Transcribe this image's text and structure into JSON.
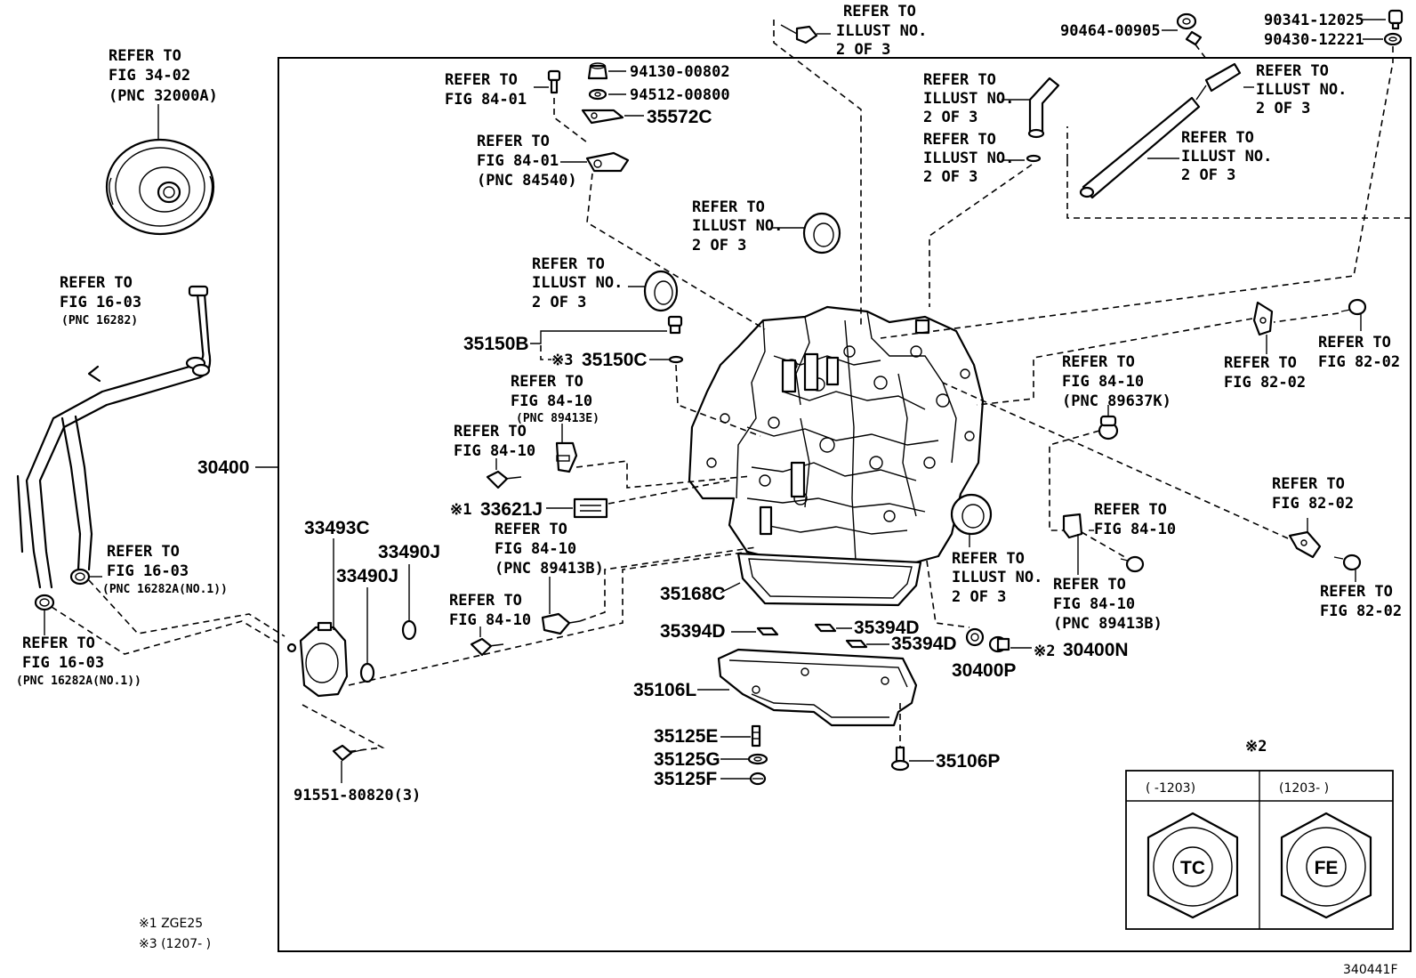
{
  "figure_code": "340441F",
  "main_assembly": "30400",
  "torque_converter": {
    "l1": "REFER TO",
    "l2": "FIG 34-02",
    "l3": "(PNC 32000A)"
  },
  "cooler_hose": {
    "l1": "REFER TO",
    "l2": "FIG 16-03",
    "l3": "(PNC 16282)"
  },
  "hose_clamp_a": {
    "l1": "REFER TO",
    "l2": "FIG 16-03",
    "l3": "(PNC 16282A(NO.1))"
  },
  "hose_clamp_b": {
    "l1": "REFER TO",
    "l2": "FIG 16-03",
    "l3": "(PNC 16282A(NO.1))"
  },
  "top_bolt_ref": {
    "l1": "REFER TO",
    "l2": "ILLUST NO.",
    "l3": "2 OF 3"
  },
  "bolt_84_01": {
    "l1": "REFER TO",
    "l2": "FIG 84-01"
  },
  "sensor_84_01": {
    "l1": "REFER TO",
    "l2": "FIG 84-01",
    "l3": "(PNC 84540)"
  },
  "parts": {
    "p94130": "94130-00802",
    "p94512": "94512-00800",
    "p35572C": "35572C",
    "p90464": "90464-00905",
    "p90341": "90341-12025",
    "p90430": "90430-12221",
    "p35150B": "35150B",
    "p35150C": "35150C",
    "p33621J": "33621J",
    "p33493C": "33493C",
    "p33490J_a": "33490J",
    "p33490J_b": "33490J",
    "p35168C": "35168C",
    "p35394D_a": "35394D",
    "p35394D_b": "35394D",
    "p35394D_c": "35394D",
    "p35106L": "35106L",
    "p35125E": "35125E",
    "p35125G": "35125G",
    "p35125F": "35125F",
    "p35106P": "35106P",
    "p30400P": "30400P",
    "p30400N": "30400N",
    "p91551": "91551-80820(3)"
  },
  "marks": {
    "m1": "※1",
    "m2": "※2",
    "m3": "※3"
  },
  "refs": {
    "pipe_elbow": {
      "l1": "REFER TO",
      "l2": "ILLUST NO.",
      "l3": "2 OF 3"
    },
    "oring_small": {
      "l1": "REFER TO",
      "l2": "ILLUST NO.",
      "l3": "2 OF 3"
    },
    "pipe_long": {
      "l1": "REFER TO",
      "l2": "ILLUST NO.",
      "l3": "2 OF 3"
    },
    "pipe_long_end": {
      "l1": "REFER TO",
      "l2": "ILLUST NO.",
      "l3": "2 OF 3"
    },
    "seal_top": {
      "l1": "REFER TO",
      "l2": "ILLUST NO.",
      "l3": "2 OF 3"
    },
    "seal_left": {
      "l1": "REFER TO",
      "l2": "ILLUST NO.",
      "l3": "2 OF 3"
    },
    "seal_right": {
      "l1": "REFER TO",
      "l2": "ILLUST NO.",
      "l3": "2 OF 3"
    },
    "sensor_89413E": {
      "l1": "REFER TO",
      "l2": "FIG 84-10",
      "l3": "(PNC 89413E)"
    },
    "bolt_84_10_a": {
      "l1": "REFER TO",
      "l2": "FIG 84-10"
    },
    "sensor_89413B_left": {
      "l1": "REFER TO",
      "l2": "FIG 84-10",
      "l3": "(PNC 89413B)"
    },
    "bolt_84_10_b": {
      "l1": "REFER TO",
      "l2": "FIG 84-10"
    },
    "sensor_89637K": {
      "l1": "REFER TO",
      "l2": "FIG 84-10",
      "l3": "(PNC 89637K)"
    },
    "bolt_84_10_c": {
      "l1": "REFER TO",
      "l2": "FIG 84-10"
    },
    "sensor_89413B_right": {
      "l1": "REFER TO",
      "l2": "FIG 84-10",
      "l3": "(PNC 89413B)"
    },
    "bracket_82_02_a": {
      "l1": "REFER TO",
      "l2": "FIG 82-02"
    },
    "bolt_82_02_a": {
      "l1": "REFER TO",
      "l2": "FIG 82-02"
    },
    "bracket_82_02_b": {
      "l1": "REFER TO",
      "l2": "FIG 82-02"
    },
    "bolt_82_02_b": {
      "l1": "REFER TO",
      "l2": "FIG 82-02"
    }
  },
  "inset": {
    "mark": "※2",
    "col1_header": "(    -1203)",
    "col2_header": "(1203-     )",
    "col1_stamp": "TC",
    "col2_stamp": "FE"
  },
  "footnotes": {
    "n1": "※1 ZGE25",
    "n3": "※3 (1207-        )"
  }
}
